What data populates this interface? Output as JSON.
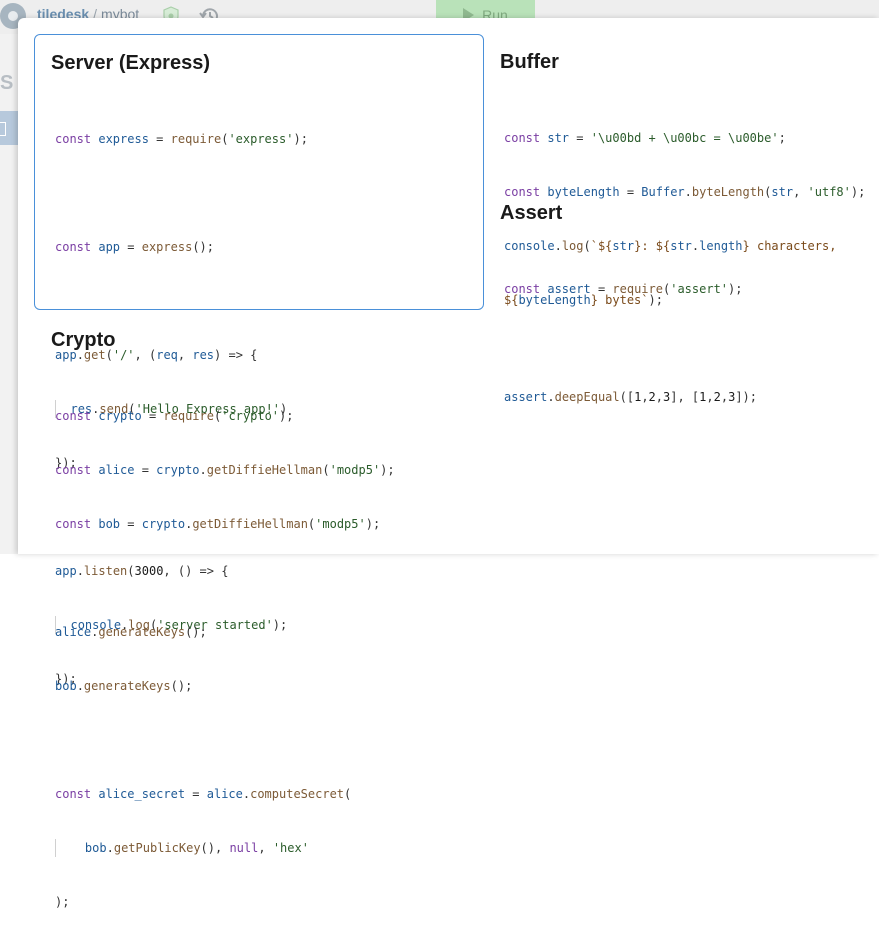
{
  "header": {
    "owner": "tiledesk",
    "separator": "/",
    "project": "mybot",
    "run_label": "Run",
    "icons": [
      "shield-icon",
      "history-icon",
      "play-icon"
    ]
  },
  "left_partial_letter": "S",
  "cards": {
    "express": {
      "title": "Server (Express)",
      "selected": true,
      "lines": [
        "const express = require('express');",
        "",
        "const app = express();",
        "",
        "app.get('/', (req, res) => {",
        "  res.send('Hello Express app!')",
        "});",
        "",
        "app.listen(3000, () => {",
        "  console.log('server started');",
        "});"
      ]
    },
    "buffer": {
      "title": "Buffer",
      "lines": [
        "const str = '\\u00bd + \\u00bc = \\u00be';",
        "const byteLength = Buffer.byteLength(str, 'utf8');",
        "console.log(`${str}: ${str.length} characters,",
        "${byteLength} bytes`);"
      ]
    },
    "assert": {
      "title": "Assert",
      "lines": [
        "const assert = require('assert');",
        "",
        "assert.deepEqual([1,2,3], [1,2,3]);"
      ]
    },
    "crypto": {
      "title": "Crypto",
      "lines": [
        "const crypto = require('crypto');",
        "const alice = crypto.getDiffieHellman('modp5');",
        "const bob = crypto.getDiffieHellman('modp5');",
        "",
        "alice.generateKeys();",
        "bob.generateKeys();",
        "",
        "const alice_secret = alice.computeSecret(",
        "    bob.getPublicKey(), null, 'hex'",
        ");"
      ]
    }
  },
  "colors": {
    "selected_border": "#4a90d9",
    "keyword": "#7a3ea3",
    "identifier": "#1f5a96",
    "function": "#7c5a36",
    "string": "#2b5c2b",
    "run_button": "#b9e2b9"
  }
}
